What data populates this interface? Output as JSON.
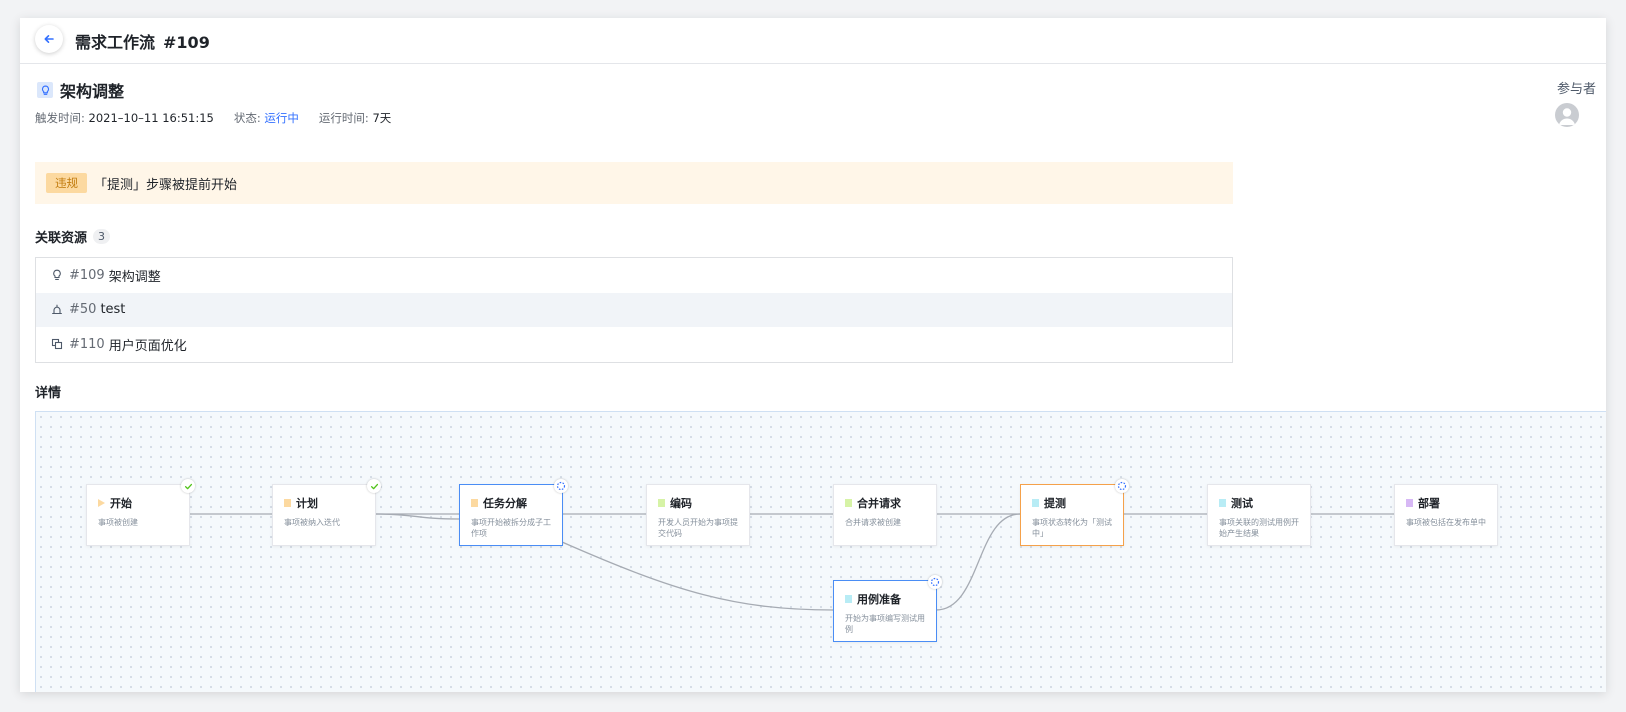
{
  "header": {
    "title": "需求工作流",
    "number": "#109"
  },
  "requirement": {
    "title": "架构调整"
  },
  "meta": {
    "trigger_label": "触发时间:",
    "trigger_value": "2021–10–11 16:51:15",
    "status_label": "状态:",
    "status_value": "运行中",
    "runtime_label": "运行时间:",
    "runtime_value": "7天"
  },
  "participants": {
    "label": "参与者"
  },
  "alert": {
    "tag": "违规",
    "message": "「提测」步骤被提前开始"
  },
  "resources": {
    "label": "关联资源",
    "count": "3",
    "items": [
      {
        "icon": "lightbulb-icon",
        "num": "#109",
        "name": "架构调整"
      },
      {
        "icon": "bug-icon",
        "num": "#50",
        "name": "test"
      },
      {
        "icon": "task-icon",
        "num": "#110",
        "name": "用户页面优化"
      }
    ]
  },
  "details": {
    "label": "详情"
  },
  "colors": {
    "accent": "#3370ff",
    "warning": "#f5a14a",
    "done": "#52c41a"
  },
  "workflow": {
    "nodes": [
      {
        "id": "start",
        "title": "开始",
        "desc": "事项被创建",
        "color": "#fcd9a0",
        "state": "done"
      },
      {
        "id": "plan",
        "title": "计划",
        "desc": "事项被纳入迭代",
        "color": "#fcd9a0",
        "state": "done"
      },
      {
        "id": "split",
        "title": "任务分解",
        "desc": "事项开始被拆分成子工作项",
        "color": "#fcd9a0",
        "state": "running"
      },
      {
        "id": "code",
        "title": "编码",
        "desc": "开发人员开始为事项提交代码",
        "color": "#d6f3a6",
        "state": "idle"
      },
      {
        "id": "merge",
        "title": "合并请求",
        "desc": "合并请求被创建",
        "color": "#d6f3a6",
        "state": "idle"
      },
      {
        "id": "submit",
        "title": "提测",
        "desc": "事项状态转化为「测试中」",
        "color": "#b8ecf5",
        "state": "running"
      },
      {
        "id": "test",
        "title": "测试",
        "desc": "事项关联的测试用例开始产生结果",
        "color": "#b8ecf5",
        "state": "idle"
      },
      {
        "id": "deploy",
        "title": "部署",
        "desc": "事项被包括在发布单中",
        "color": "#d7b8f5",
        "state": "idle"
      },
      {
        "id": "case",
        "title": "用例准备",
        "desc": "开始为事项编写测试用例",
        "color": "#b8ecf5",
        "state": "running"
      }
    ]
  }
}
